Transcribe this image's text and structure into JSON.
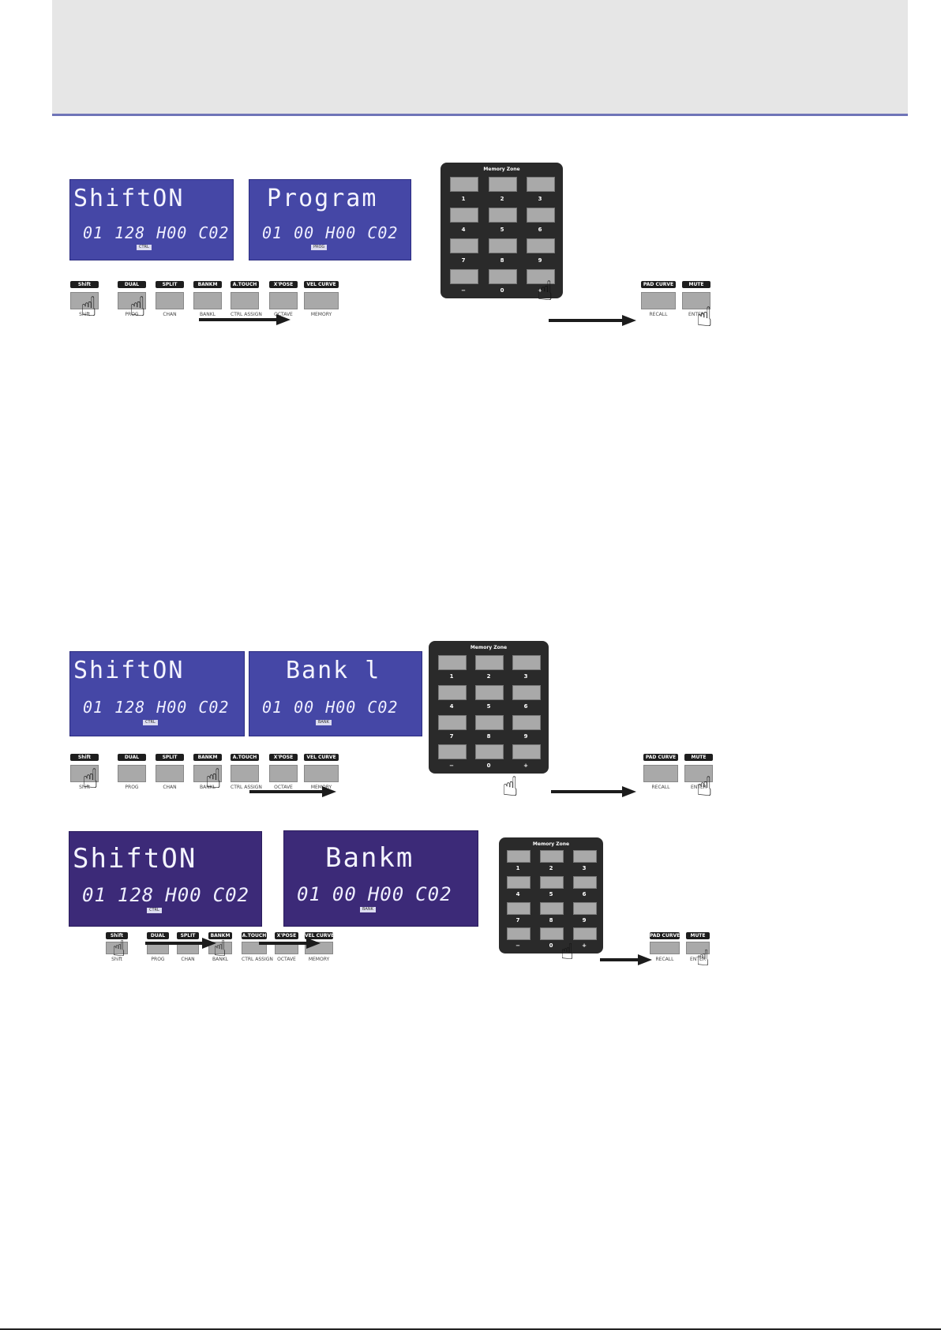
{
  "buttons": [
    {
      "top": "Shift",
      "bottom": "Shift"
    },
    {
      "top": "DUAL",
      "bottom": "PROG"
    },
    {
      "top": "SPLIT",
      "bottom": "CHAN"
    },
    {
      "top": "BANKM",
      "bottom": "BANKL"
    },
    {
      "top": "A.TOUCH",
      "bottom": "CTRL ASSIGN"
    },
    {
      "top": "X'POSE",
      "bottom": "OCTAVE"
    },
    {
      "top": "VEL CURVE",
      "bottom": "MEMORY"
    }
  ],
  "right_buttons": [
    {
      "top": "PAD CURVE",
      "bottom": "RECALL"
    },
    {
      "top": "MUTE",
      "bottom": "ENTER"
    }
  ],
  "keypad": {
    "title": "Memory Zone",
    "labels": [
      "1",
      "2",
      "3",
      "4",
      "5",
      "6",
      "7",
      "8",
      "9",
      "−",
      "0",
      "+"
    ]
  },
  "lcd": {
    "shift_on": "ShiftON",
    "row_left": [
      "01",
      "128",
      "H00",
      "C02"
    ],
    "row_right": [
      "01",
      "00",
      "H00",
      "C02"
    ],
    "badge_ctrl": "CTRL",
    "badge_prog": "PROG",
    "badge_bank": "BANK",
    "program": "Program",
    "bank_l": "Bank l",
    "bank_m": "Bankm"
  },
  "colors": {
    "lcd": "#4547a6",
    "lcd_dark": "#3c2a78",
    "keypad": "#2a2a2a",
    "rule": "#6f74b8"
  },
  "icons": [
    "pointing-hand-icon",
    "arrow-right-icon"
  ]
}
